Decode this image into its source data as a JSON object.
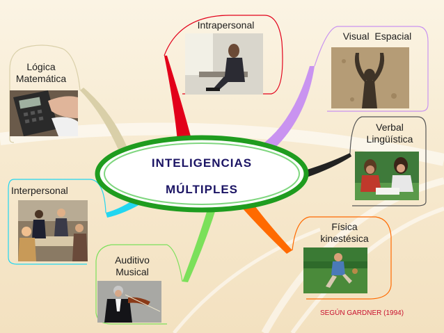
{
  "center": {
    "line1": "INTELIGENCIAS",
    "line2": "MÚLTIPLES"
  },
  "nodes": [
    {
      "id": "intrapersonal",
      "label": "Intrapersonal",
      "color": "#e2001a"
    },
    {
      "id": "visual-espacial",
      "label": "Visual  Espacial",
      "color": "#c993f0"
    },
    {
      "id": "logica-matematica",
      "label": "Lógica\nMatemática",
      "color": "#d9cfa8"
    },
    {
      "id": "verbal-linguistica",
      "label": "Verbal\nLingüística",
      "color": "#222222"
    },
    {
      "id": "interpersonal",
      "label": "Interpersonal",
      "color": "#22d6f0"
    },
    {
      "id": "fisica-kinestesica",
      "label": "Física\nkinestésica",
      "color": "#ff6a00"
    },
    {
      "id": "auditivo-musical",
      "label": "Auditivo\nMusical",
      "color": "#7be05a"
    }
  ],
  "source_note": "SEGÚN GARDNER (1994)"
}
